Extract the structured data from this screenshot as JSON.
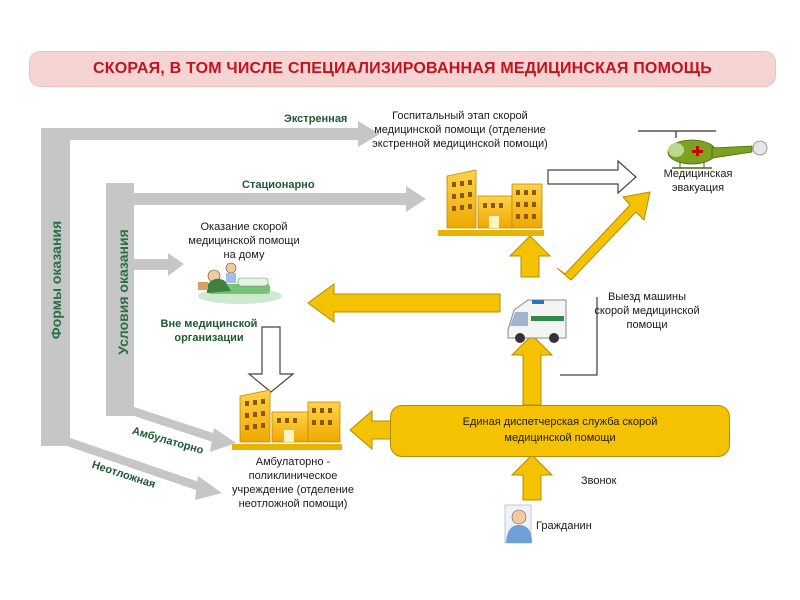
{
  "title": "СКОРАЯ, В ТОМ ЧИСЛЕ СПЕЦИАЛИЗИРОВАННАЯ МЕДИЦИНСКАЯ ПОМОЩЬ",
  "vertical_labels": {
    "forms": "Формы оказания",
    "conditions": "Условия оказания"
  },
  "arrow_labels": {
    "emergency": "Экстренная",
    "inpatient": "Стационарно",
    "outside": "Вне медицинской организации",
    "ambulatory": "Амбулаторно",
    "urgent": "Неотложная",
    "call": "Звонок"
  },
  "nodes": {
    "hospital": "Госпитальный этап скорой медицинской помощи (отделение экстренной медицинской помощи)",
    "home_care": "Оказание скорой медицинской помощи на дому",
    "evacuation": "Медицинская эвакуация",
    "ambulance_trip": "Выезд машины скорой медицинской помощи",
    "clinic": "Амбулаторно - поликлиническое учреждение (отделение неотложной помощи)",
    "dispatch": "Единая диспетчерская служба скорой медицинской помощи",
    "citizen": "Гражданин"
  },
  "colors": {
    "title_bg": "#f7d4d4",
    "title_text": "#c0151f",
    "yellow": "#f4c200",
    "gray_arrow": "#c6c6c6",
    "label_green": "#1f5a33"
  },
  "icons": [
    "helicopter-icon",
    "hospital-building-icon",
    "ambulance-icon",
    "home-care-icon",
    "clinic-building-icon",
    "citizen-icon"
  ]
}
